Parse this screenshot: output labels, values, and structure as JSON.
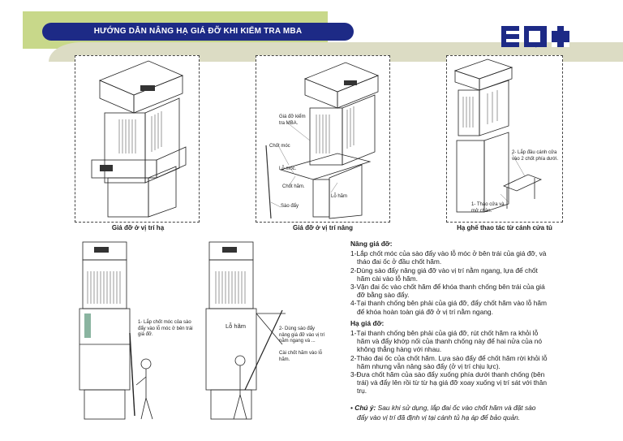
{
  "header": {
    "title": "HƯỚNG DẪN NÂNG HẠ GIÁ ĐỠ KHI KIỂM TRA MBA",
    "logo_text": "EDI",
    "brand_color": "#1d2a86",
    "accent_color": "#c8d88a"
  },
  "figures": {
    "fig1_caption": "Giá đỡ ở vị trí hạ",
    "fig2_caption": "Giá đỡ ở vị trí nâng",
    "fig3_caption": "Hạ ghế thao tác từ cánh cửa tủ",
    "fig2_notes": {
      "gia_do": "Giá đỡ kiểm tra MBA.",
      "chot_moc": "Chốt móc",
      "lo_moc": "Lỗ móc.",
      "chot_ham": "Chốt hãm.",
      "lo_ham": "Lỗ hãm",
      "sao_day": "Sào đẩy"
    },
    "fig3_notes": {
      "step2": "2- Lắp đầu cánh cửa vào 2 chốt phía dưới.",
      "step1": "1- Tháo cửa và mở chân."
    },
    "fig4_note": "1- Lắp chốt móc của sào đẩy vào lỗ móc ở bên trái giá đỡ.",
    "fig5_notes": {
      "lo_ham": "Lỗ hãm",
      "step2": "2- Dùng sào đẩy nâng giá đỡ vào vị trí nằm ngang và ...",
      "cai_chot": "Cài chốt hãm vào lỗ hãm."
    },
    "sao_day_label": "Sào đẩy",
    "panel_logo": "EDI"
  },
  "instructions": {
    "nang_title": "Nâng giá đỡ:",
    "nang_steps": [
      "1-Lắp chốt móc của sào đẩy vào lỗ móc ở bên trái của giá đỡ, và",
      "   tháo đai ốc ở đầu chốt hãm.",
      "2-Dùng sào đẩy nâng giá đỡ vào vị trí nằm ngang, lựa để chốt",
      "   hãm cài vào lỗ hãm.",
      "3-Vặn đai ốc vào chốt hãm để khóa thanh chống bên trái của giá",
      "   đỡ bằng sào đẩy.",
      "4-Tại thanh chống bên phải của giá đỡ, đẩy chốt hãm vào lỗ hãm",
      "   để khóa hoàn toàn giá đỡ ở vị trí nằm ngang."
    ],
    "ha_title": "Hạ giá đỡ:",
    "ha_steps": [
      "1-Tại thanh chống bên phải của giá đỡ, rút chốt hãm ra khỏi lỗ",
      "   hãm và đẩy khớp nối của thanh chống này để hai nửa của nó",
      "   không thẳng hàng với nhau.",
      "2-Tháo đai ốc của chốt hãm. Lựa sào đẩy để chốt hãm rời khỏi lỗ",
      "   hãm nhưng vẫn nâng sào đẩy (ở vị trí chịu lực).",
      "3-Đưa chốt hãm của sào đẩy xuống phía dưới thanh chống (bên",
      "   trái) và đẩy lên rồi từ từ hạ giá đỡ xoay xuống vị trí sát với thân",
      "   trụ."
    ],
    "note_label": "Chú ý:",
    "note_text": "Sau khi sử dụng, lắp đai ốc vào chốt hãm và đặt sào",
    "note_text2": "đẩy vào vị trí đã định vị tại cánh tủ hạ áp để bảo quản."
  }
}
